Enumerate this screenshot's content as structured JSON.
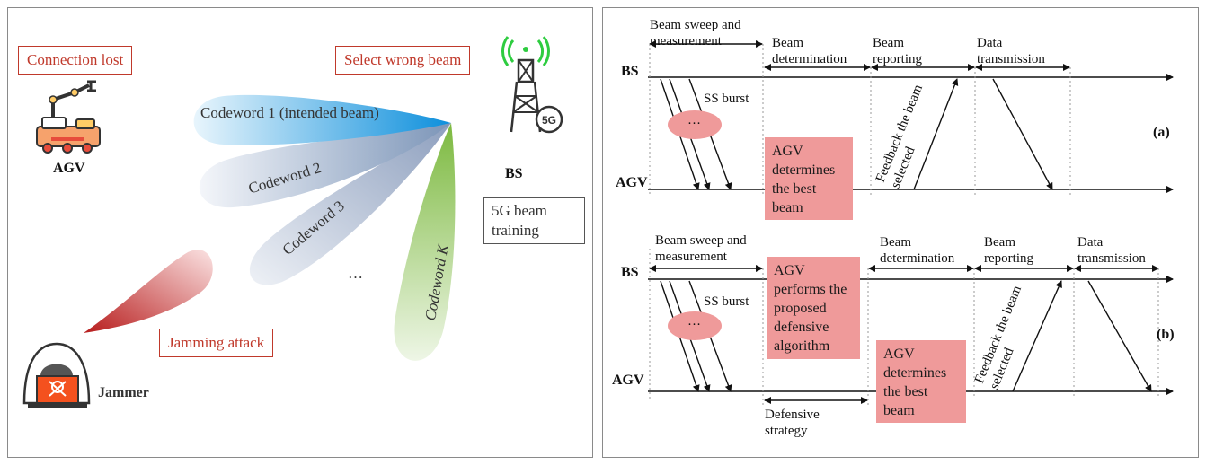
{
  "left": {
    "connection_lost": "Connection lost",
    "select_wrong_beam": "Select wrong beam",
    "agv_label": "AGV",
    "bs_label": "BS",
    "jammer_label": "Jammer",
    "jamming_attack": "Jamming attack",
    "beam_training": "5G beam training",
    "codeword1": "Codeword 1 (intended beam)",
    "codeword2": "Codeword 2",
    "codeword3": "Codeword 3",
    "codewordK": "Codeword K",
    "ellipsis": "…",
    "badge_5g": "5G"
  },
  "right": {
    "a": {
      "phase1": "Beam sweep and measurement",
      "phase2": "Beam determination",
      "phase3": "Beam reporting",
      "phase4": "Data transmission",
      "bs": "BS",
      "agv": "AGV",
      "ss_burst": "SS burst",
      "dots": "…",
      "feedback": "Feedback the beam selected",
      "determines": "AGV determines the best beam",
      "tag": "(a)"
    },
    "b": {
      "phase1": "Beam sweep and measurement",
      "phase2": "Beam determination",
      "phase3": "Beam reporting",
      "phase4": "Data transmission",
      "bs": "BS",
      "agv": "AGV",
      "ss_burst": "SS burst",
      "dots": "…",
      "feedback": "Feedback the beam selected",
      "performs": "AGV performs the proposed defensive algorithm",
      "determines": "AGV determines the best beam",
      "defensive": "Defensive strategy",
      "tag": "(b)"
    }
  },
  "colors": {
    "red": "#c0392b",
    "pink": "#ef9a9a",
    "blue_beam": "#1e9be0",
    "green_beam": "#8bc34a",
    "jam_red": "#c62828"
  }
}
